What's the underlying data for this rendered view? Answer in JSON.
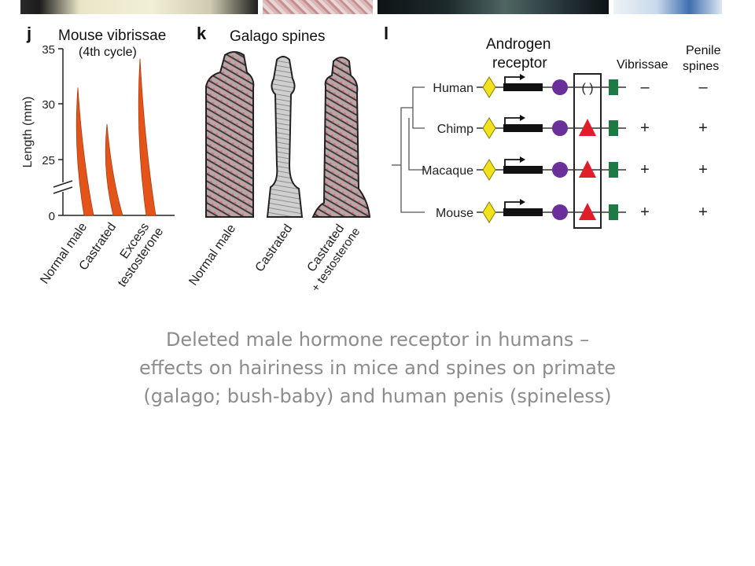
{
  "panel_j": {
    "letter": "j",
    "title": "Mouse vibrissae",
    "subtitle": "(4th cycle)",
    "ylabel": "Length (mm)",
    "ticks": [
      "35",
      "30",
      "25",
      "0"
    ],
    "categories": [
      "Normal male",
      "Castrated",
      "Excess testosterone"
    ],
    "cat_line1": [
      "Normal male",
      "Castrated",
      "Excess"
    ],
    "cat_line2": [
      "",
      "",
      "testosterone"
    ]
  },
  "panel_k": {
    "letter": "k",
    "title": "Galago spines",
    "labels": [
      "Normal male",
      "Castrated",
      "Castrated + testosterone"
    ],
    "label_line1": [
      "Normal male",
      "Castrated",
      "Castrated"
    ],
    "label_line2": [
      "",
      "",
      "+ testosterone"
    ]
  },
  "panel_l": {
    "letter": "l",
    "title_line1": "Androgen",
    "title_line2": "receptor",
    "col_vibrissae": "Vibrissae",
    "col_spines_line1": "Penile",
    "col_spines_line2": "spines",
    "species": [
      {
        "name": "Human",
        "vibrissae": "–",
        "spines": "–"
      },
      {
        "name": "Chimp",
        "vibrissae": "+",
        "spines": "+"
      },
      {
        "name": "Macaque",
        "vibrissae": "+",
        "spines": "+"
      },
      {
        "name": "Mouse",
        "vibrissae": "+",
        "spines": "+"
      }
    ],
    "deleted_marker": "(   )"
  },
  "chart_data": {
    "type": "bar",
    "title": "Mouse vibrissae",
    "subtitle": "(4th cycle)",
    "ylabel": "Length (mm)",
    "categories": [
      "Normal male",
      "Castrated",
      "Excess testosterone"
    ],
    "values": [
      31.5,
      28.2,
      34.1
    ],
    "ylim": [
      0,
      35
    ],
    "axis_break": true,
    "colors": {
      "bar": "#e2541a"
    }
  },
  "caption": {
    "line1": "Deleted male hormone receptor in humans –",
    "line2": "effects on hairiness in mice and spines on primate",
    "line3": "(galago; bush-baby) and human penis (spineless)"
  },
  "colors": {
    "caption": "#8c8c8c",
    "diamond": "#f2e21e",
    "circle": "#6a2f9a",
    "triangle": "#e11d2a",
    "square": "#1e7a45",
    "bar": "#e2541a"
  }
}
